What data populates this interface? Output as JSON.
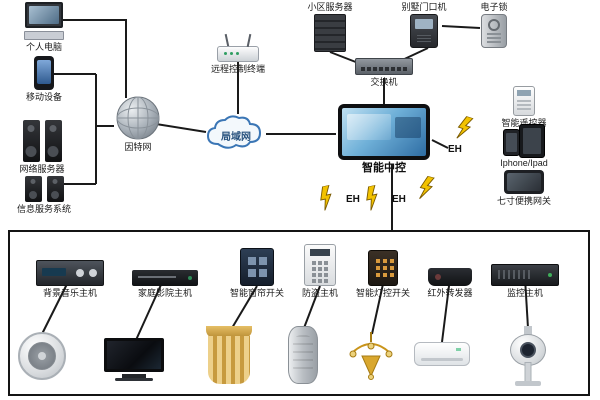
{
  "diagram": {
    "nodes": {
      "pc": {
        "label": "个人电脑"
      },
      "mobile": {
        "label": "移动设备"
      },
      "net_server": {
        "label": "网络服务器"
      },
      "info_system": {
        "label": "信息服务系统"
      },
      "remote_terminal": {
        "label": "远程控制终端"
      },
      "internet": {
        "label": "因特网"
      },
      "lan": {
        "label": "局域网"
      },
      "community_server": {
        "label": "小区服务器"
      },
      "villa_door": {
        "label": "别墅门口机"
      },
      "elock": {
        "label": "电子锁"
      },
      "switch": {
        "label": "交换机"
      },
      "central": {
        "label": "智能中控"
      },
      "smart_remote": {
        "label": "智能遥控器"
      },
      "idevices": {
        "label": "Iphone/Ipad"
      },
      "gateway7": {
        "label": "七寸便携网关"
      },
      "bg_music": {
        "label": "背景音乐主机"
      },
      "home_theater": {
        "label": "家庭影院主机"
      },
      "curtain_switch": {
        "label": "智能窗帘开关"
      },
      "alarm_host": {
        "label": "防盗主机"
      },
      "light_switch": {
        "label": "智能灯控开关"
      },
      "ir_repeater": {
        "label": "红外转发器"
      },
      "monitor_host": {
        "label": "监控主机"
      }
    },
    "eh": [
      "EH",
      "EH",
      "EH"
    ],
    "colors": {
      "line": "#1a1a1a",
      "bolt": "#f2c200",
      "cloud_stroke": "#3b76b5",
      "screen_blue": "#2e6da4"
    }
  }
}
